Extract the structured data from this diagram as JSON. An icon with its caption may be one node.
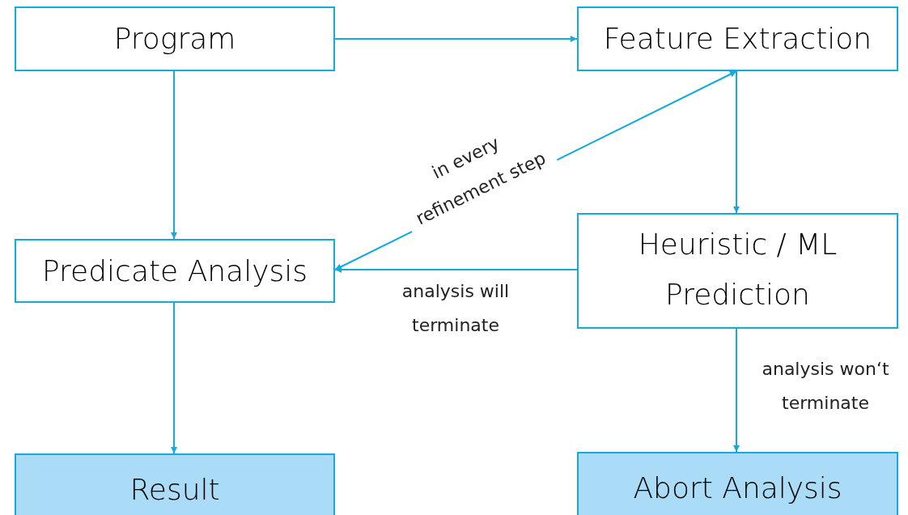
{
  "diagram": {
    "nodes": [
      {
        "text": [
          "Program"
        ]
      },
      {
        "text": [
          "Feature Extraction"
        ]
      },
      {
        "text": [
          "Predicate Analysis"
        ]
      },
      {
        "text": [
          "Heuristic / ML Prediction"
        ]
      },
      {
        "text": [
          "Result"
        ]
      },
      {
        "text": [
          "Abort Analysis"
        ]
      }
    ],
    "edges": [
      {
        "from": 0,
        "to": 1,
        "arrow": "to"
      },
      {
        "from": 0,
        "to": 2,
        "arrow": "to"
      },
      {
        "from": 1,
        "to": 3,
        "arrow": "to"
      },
      {
        "from": 2,
        "to": 1,
        "arrow": "both",
        "label": "in every refinement step"
      },
      {
        "from": 3,
        "to": 2,
        "arrow": "to",
        "label": "analysis will terminate"
      },
      {
        "from": 3,
        "to": 5,
        "arrow": "to",
        "label": "analysis won‘t terminate"
      },
      {
        "from": 2,
        "to": 4,
        "arrow": "to"
      }
    ]
  }
}
